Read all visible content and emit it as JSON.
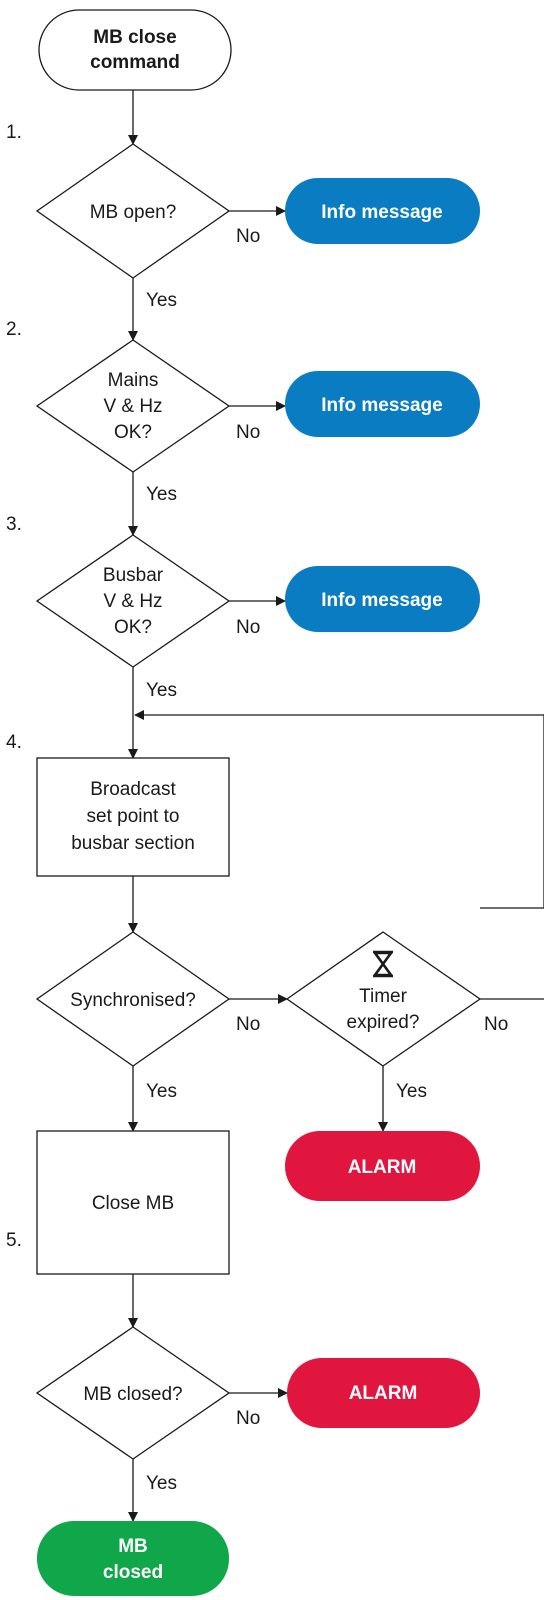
{
  "colors": {
    "info": "#0a7cc2",
    "alarm": "#e0163f",
    "success": "#10a64a",
    "line": "#1a1a1a"
  },
  "start": {
    "line1": "MB close",
    "line2": "command"
  },
  "steps": {
    "s1": "1.",
    "s2": "2.",
    "s3": "3.",
    "s4": "4.",
    "s5": "5."
  },
  "decisions": {
    "mb_open": "MB open?",
    "mains_l1": "Mains",
    "mains_l2": "V & Hz",
    "mains_l3": "OK?",
    "busbar_l1": "Busbar",
    "busbar_l2": "V & Hz",
    "busbar_l3": "OK?",
    "synchronised": "Synchronised?",
    "timer_l1": "Timer",
    "timer_l2": "expired?",
    "mb_closed": "MB closed?"
  },
  "processes": {
    "broadcast_l1": "Broadcast",
    "broadcast_l2": "set point to",
    "broadcast_l3": "busbar section",
    "close_mb": "Close MB"
  },
  "outcomes": {
    "info1": "Info message",
    "info2": "Info message",
    "info3": "Info message",
    "alarm1": "ALARM",
    "alarm2": "ALARM",
    "end_l1": "MB",
    "end_l2": "closed"
  },
  "labels": {
    "yes1": "Yes",
    "no1": "No",
    "yes2": "Yes",
    "no2": "No",
    "yes3": "Yes",
    "no3": "No",
    "yes_sync": "Yes",
    "no_sync": "No",
    "yes_timer": "Yes",
    "no_timer": "No",
    "yes5": "Yes",
    "no5": "No"
  },
  "icons": {
    "timer": "hourglass-icon"
  }
}
